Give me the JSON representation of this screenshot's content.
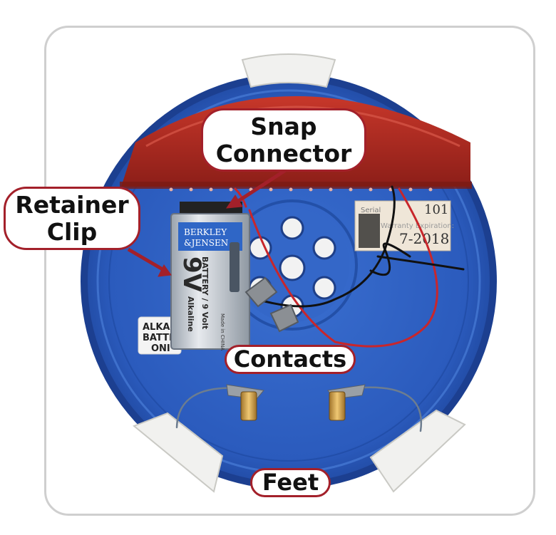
{
  "callouts": {
    "snap_line1": "Snap",
    "snap_line2": "Connector",
    "retainer_line1": "Retainer",
    "retainer_line2": "Clip",
    "contacts": "Contacts",
    "feet": "Feet"
  },
  "battery": {
    "brand_line1": "BERKLEY",
    "brand_line2": "&JENSEN",
    "voltage": "9V",
    "type": "Alkaline",
    "desc": "BATTERY / 9 Volt",
    "origin": "Made in CHINA"
  },
  "sticker": {
    "line1": "ALKA",
    "line2": "BATTE",
    "line3": "ONI"
  },
  "label": {
    "serial": "Serial",
    "warranty": "Warranty Expiration:",
    "serial_hand": "101",
    "date_hand": "7-2018"
  },
  "colors": {
    "callout_border": "#a3202a",
    "housing_blue": "#2f63c4",
    "cap_red": "#a8271f",
    "frame_border": "#cfcfcf"
  }
}
